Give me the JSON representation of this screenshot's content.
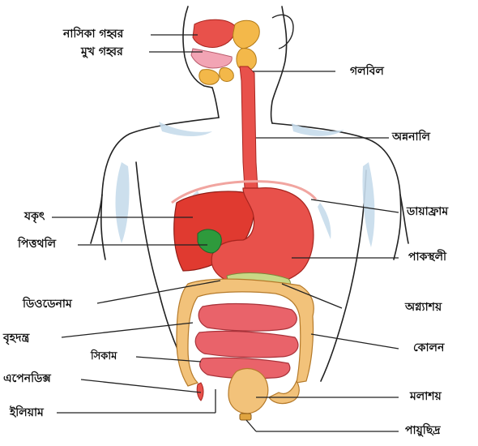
{
  "labels": {
    "nasal_cavity": "নাসিকা গহ্বর",
    "oral_cavity": "মুখ গহ্বর",
    "pharynx": "গলবিল",
    "esophagus": "অন্ননালি",
    "liver": "যকৃৎ",
    "diaphragm": "ডায়াফ্রাম",
    "gallbladder": "পিত্তথলি",
    "stomach": "পাকস্থলী",
    "duodenum": "ডিওডেনাম",
    "pancreas": "অগ্ন্যাশয়",
    "large_intestine": "বৃহদন্ত্র",
    "cecum": "সিকাম",
    "colon": "কোলন",
    "appendix": "এপেনডিক্স",
    "rectum": "মলাশয়",
    "ileum": "ইলিয়াম",
    "anus": "পায়ুছিদ্র"
  },
  "colors": {
    "outline": "#222222",
    "skin_shadow": "#b9d3e6",
    "organ_red": "#e8514b",
    "organ_dark": "#c8312c",
    "liver": "#e03a30",
    "gallbladder": "#2e9a3c",
    "pancreas": "#c9d886",
    "colon": "#f2c27a",
    "small_intestine": "#e9636a",
    "nasal": "#f3b84a",
    "tongue": "#f2a4b4"
  }
}
